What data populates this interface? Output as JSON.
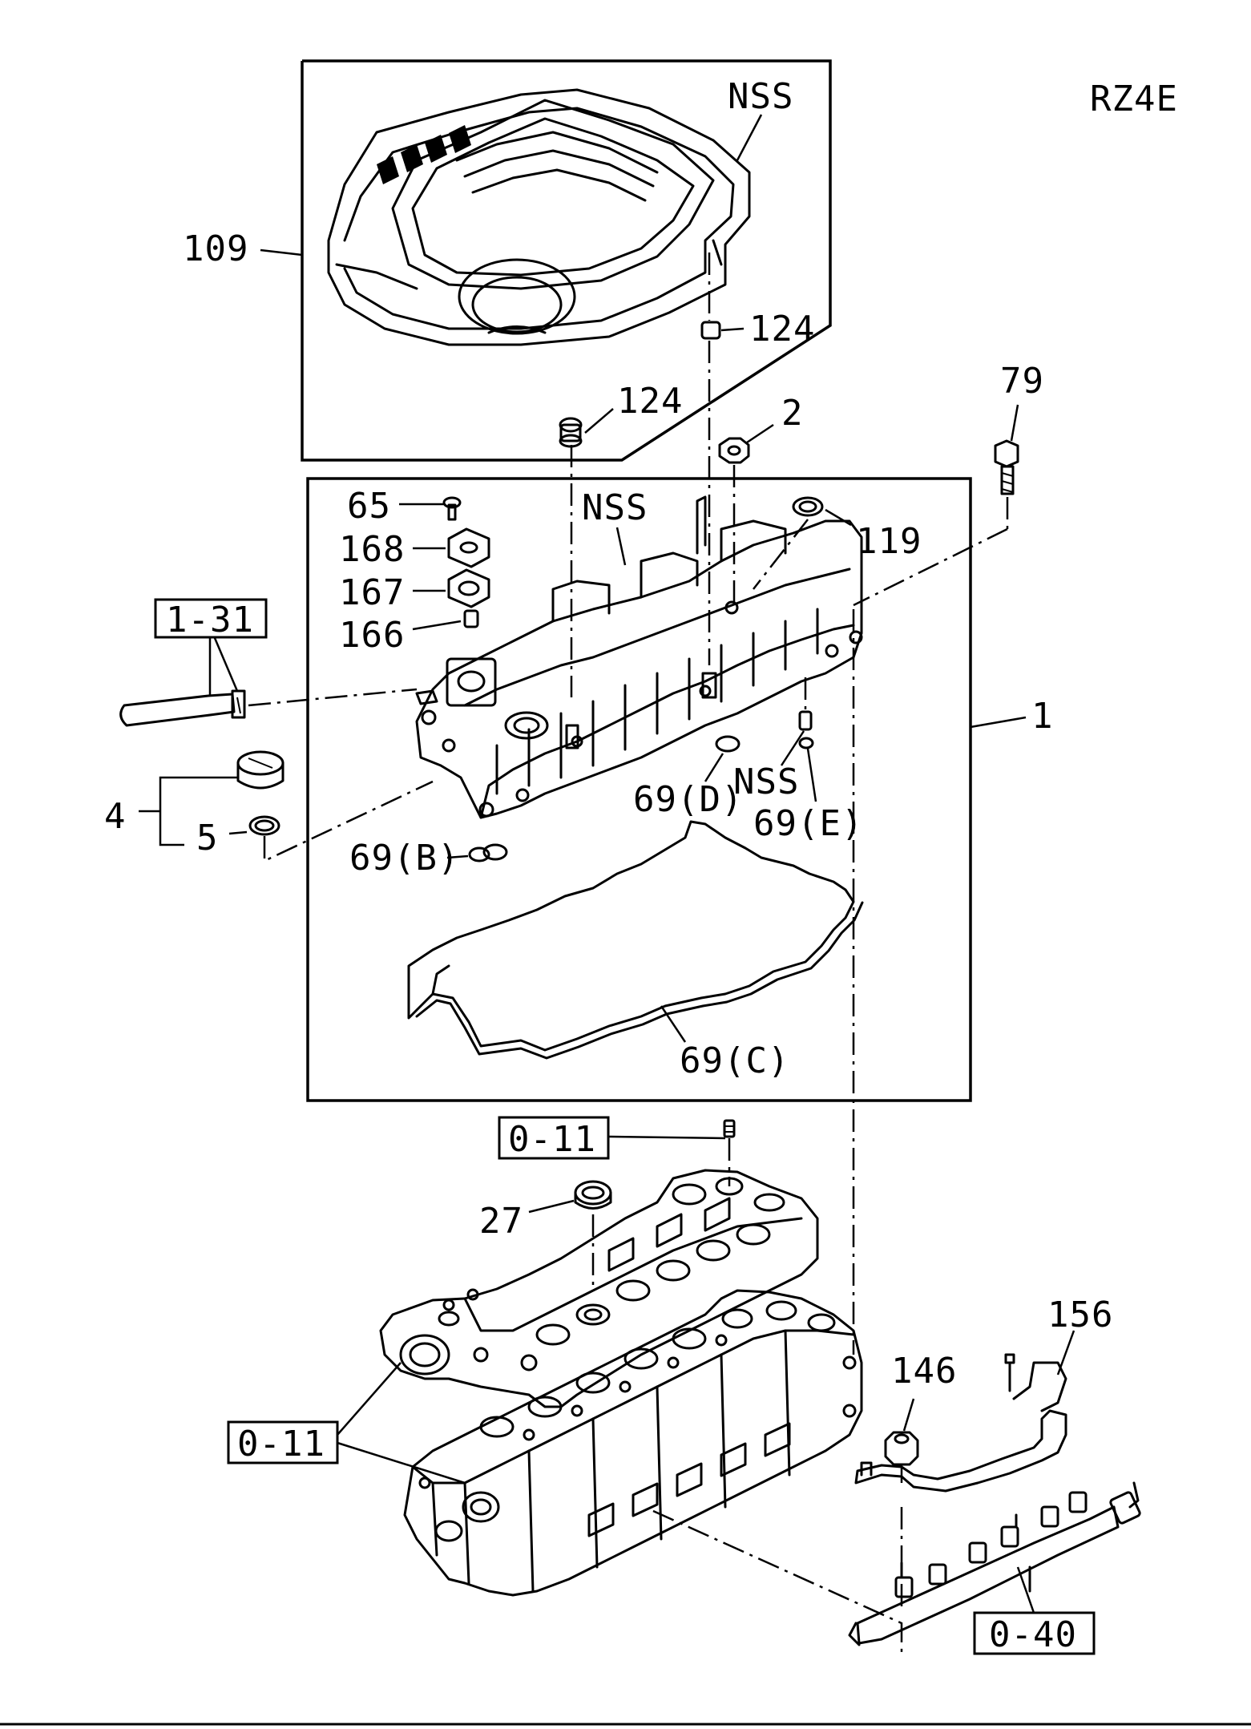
{
  "diagram_code": "RZ4E",
  "labels": {
    "l109": "109",
    "nss_top": "NSS",
    "l124a": "124",
    "l124b": "124",
    "l2": "2",
    "l79": "79",
    "l65": "65",
    "l168": "168",
    "l167": "167",
    "l166": "166",
    "nss_mid": "NSS",
    "l119": "119",
    "ref_1_31": "1-31",
    "l1": "1",
    "l4": "4",
    "l5": "5",
    "l69b": "69(B)",
    "l69d": "69(D)",
    "nss_e": "NSS",
    "l69e": "69(E)",
    "l69c": "69(C)",
    "ref_0_11_top": "0-11",
    "l27": "27",
    "ref_0_11_left": "0-11",
    "l146": "146",
    "l156": "156",
    "ref_0_40": "0-40"
  }
}
